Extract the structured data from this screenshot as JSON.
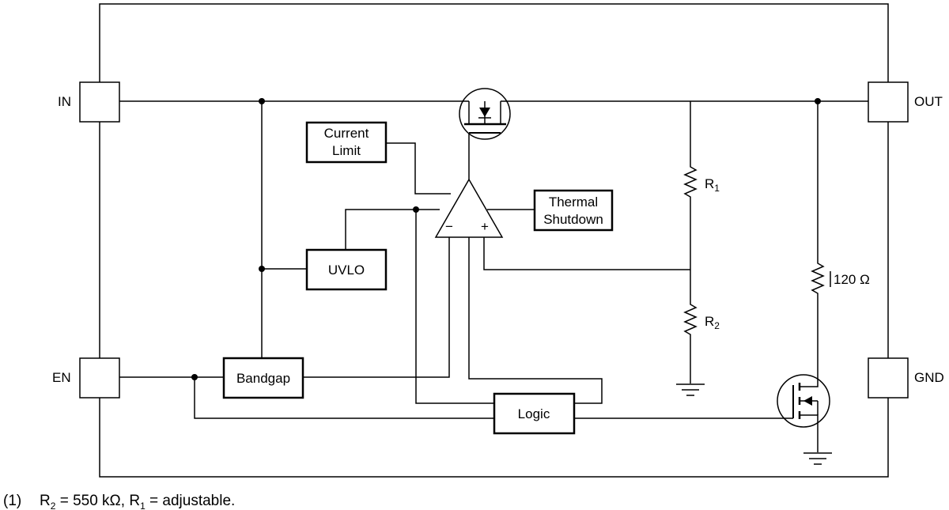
{
  "pins": {
    "in": "IN",
    "out": "OUT",
    "en": "EN",
    "gnd": "GND"
  },
  "blocks": {
    "current_limit_line1": "Current",
    "current_limit_line2": "Limit",
    "thermal_line1": "Thermal",
    "thermal_line2": "Shutdown",
    "uvlo": "UVLO",
    "bandgap": "Bandgap",
    "logic": "Logic"
  },
  "amplifier": {
    "minus": "−",
    "plus": "+"
  },
  "resistors": {
    "r1_main": "R",
    "r1_sub": "1",
    "r2_main": "R",
    "r2_sub": "2",
    "pulldown": "120 Ω"
  },
  "footnote": {
    "marker": "(1)",
    "r2_main": "R",
    "r2_sub": "2",
    "r2_value": " = 550 kΩ, ",
    "r1_main": "R",
    "r1_sub": "1",
    "r1_value": " = adjustable."
  }
}
